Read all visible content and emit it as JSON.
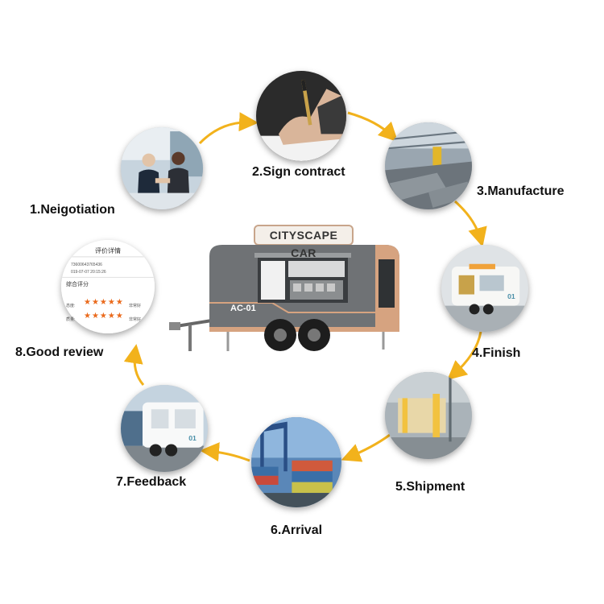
{
  "steps": [
    {
      "label": "1.Neigotiation"
    },
    {
      "label": "2.Sign contract"
    },
    {
      "label": "3.Manufacture"
    },
    {
      "label": "4.Finish"
    },
    {
      "label": "5.Shipment"
    },
    {
      "label": "6.Arrival"
    },
    {
      "label": "7.Feedback"
    },
    {
      "label": "8.Good review"
    }
  ],
  "center": {
    "sign": "CITYSCAPE CAR",
    "model": "AC-01"
  },
  "review": {
    "title": "评价详情",
    "line1": "73600643765436",
    "line2": "019-07-07 20:15:26",
    "rating_label": "综合评分",
    "row1_label": "态度:",
    "row2_label": "质量:",
    "stars": "★★★★★",
    "tag": "非常好"
  },
  "colors": {
    "arrow": "#f2b21c",
    "truck_body": "#6f7275",
    "truck_trim": "#d6a380",
    "stars": "#ea6a1c"
  }
}
